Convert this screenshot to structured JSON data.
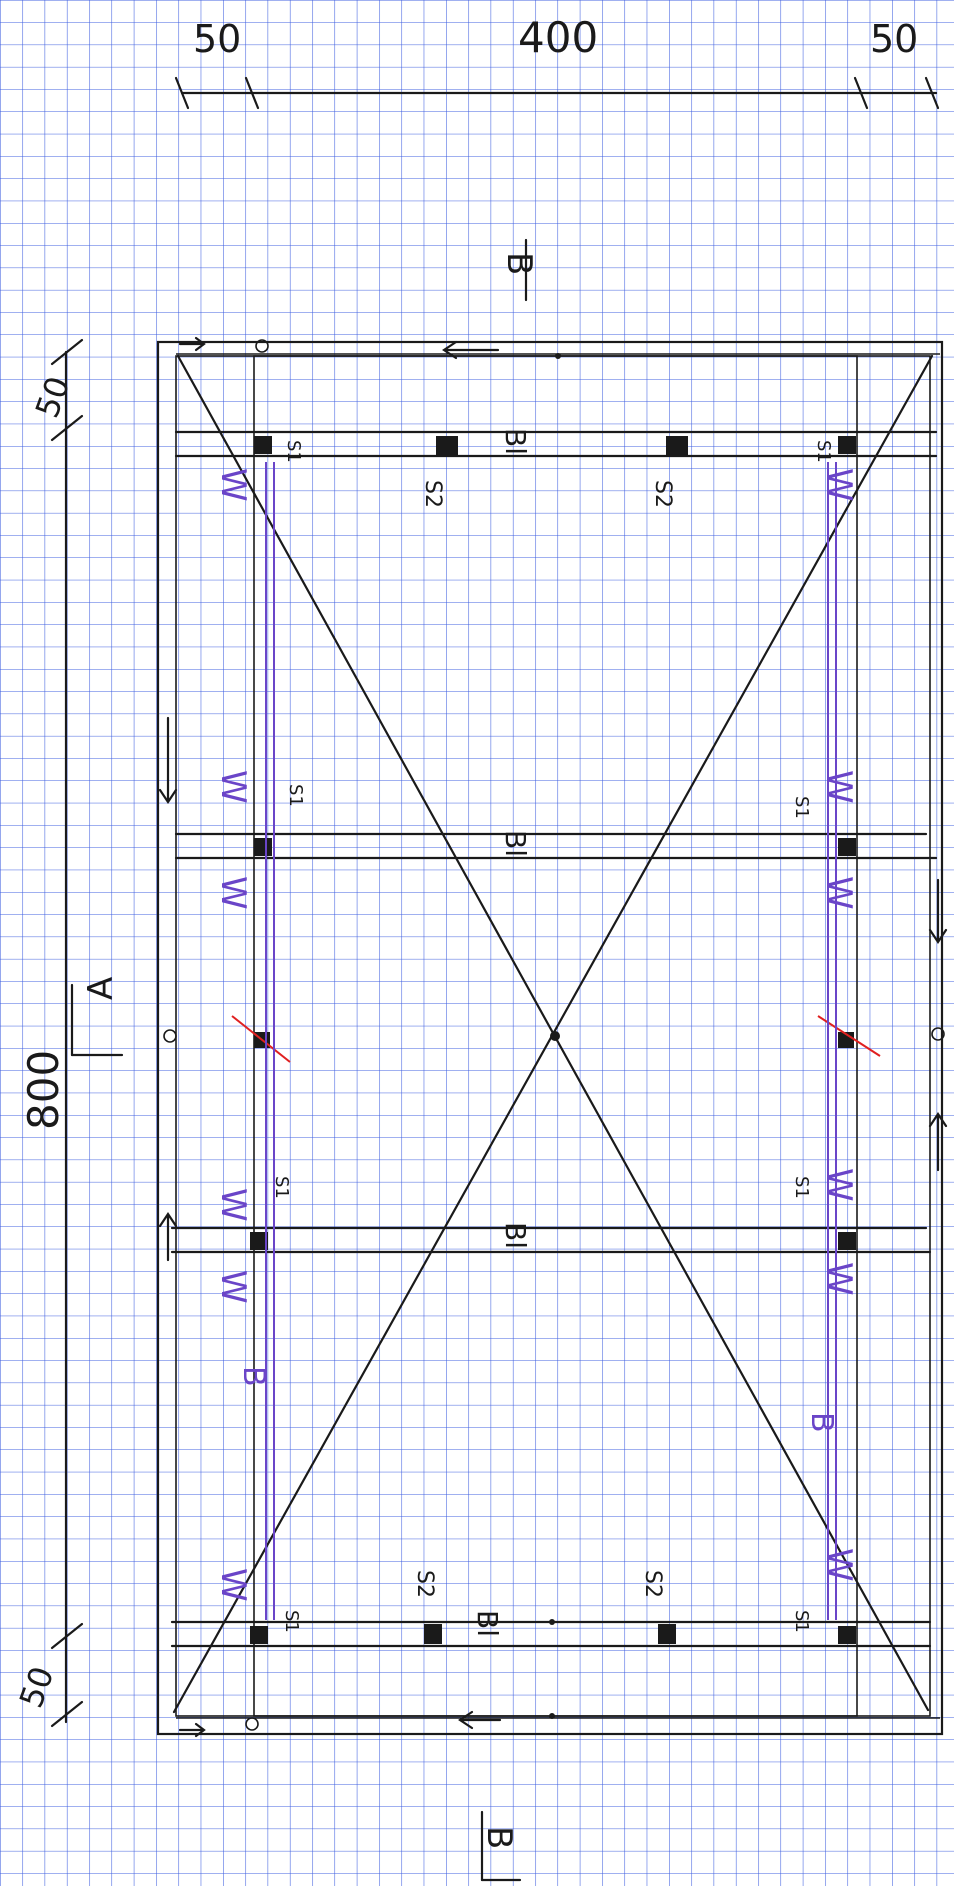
{
  "dimensions": {
    "top_left": "50",
    "top_middle": "400",
    "top_right": "50",
    "left_top": "50",
    "left_total": "800",
    "left_bottom": "50"
  },
  "section_marks": {
    "section_a": "A",
    "section_b_top": "B",
    "section_b_bottom": "B"
  },
  "beam_labels": [
    "Bl",
    "Bl",
    "Bl",
    "Bl"
  ],
  "post_labels": {
    "s1": "S1",
    "s2": "S2"
  },
  "purple_labels": {
    "wall": "W",
    "b": "B"
  },
  "colors": {
    "grid": "#3f5fe0",
    "ink": "#1a1a1a",
    "purple": "#6a45c8",
    "red": "#e02020"
  }
}
